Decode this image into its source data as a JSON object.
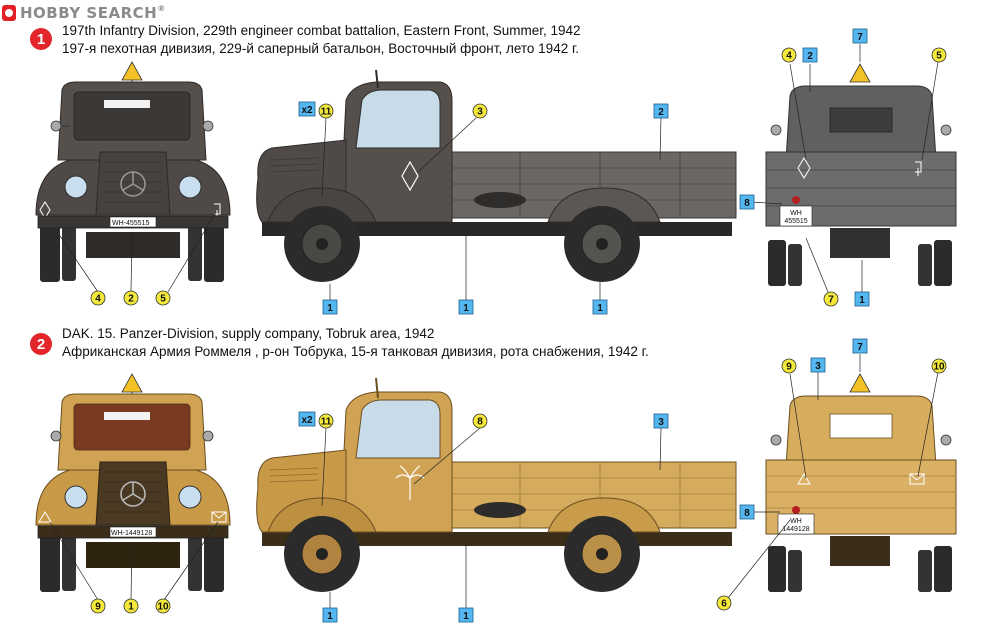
{
  "watermark": {
    "brand": "HOBBY SEARCH",
    "reg": "®"
  },
  "schemes": [
    {
      "number": "1",
      "caption_en": "197th Infantry Division, 229th engineer combat battalion, Eastern Front, Summer, 1942",
      "caption_ru": "197-я пехотная дивизия, 229-й саперный батальон, Восточный фронт, лето 1942 г.",
      "plate_front": "WH-455515",
      "plate_rear_top": "WH",
      "plate_rear_bottom": "455515",
      "colors": {
        "body": "#4f4a47",
        "cab": "#56504d",
        "bed": "#6b6863",
        "rear": "#5e6062",
        "dark": "#2e2b29"
      },
      "callouts": {
        "front": {
          "left": "4",
          "center": "2",
          "right": "5"
        },
        "side": {
          "cab_marking": "11",
          "door_emblem": "3",
          "bed": "2",
          "ground_left": "1",
          "ground_center": "1",
          "ground_right": "1",
          "x2": "x2"
        },
        "rear": {
          "left": "4",
          "left_box": "2",
          "top": "7",
          "right": "5",
          "plate_box": "8",
          "bottom_left": "7",
          "bottom_right": "1"
        }
      }
    },
    {
      "number": "2",
      "caption_en": "DAK. 15. Panzer-Division, supply company, Tobruk area, 1942",
      "caption_ru": "Африканская Армия Роммеля , р-он Тобрука, 15-я танковая дивизия, рота снабжения, 1942 г.",
      "plate_front": "WH-1449128",
      "plate_rear_top": "WH",
      "plate_rear_bottom": "1449128",
      "colors": {
        "body": "#c89a48",
        "cab": "#cfa254",
        "bed": "#d5ac5e",
        "rear": "#d6ad5c",
        "dark": "#6b4f1f"
      },
      "callouts": {
        "front": {
          "left": "9",
          "center": "1",
          "right": "10"
        },
        "side": {
          "cab_marking": "11",
          "door_emblem": "8",
          "bed": "3",
          "ground_left": "1",
          "ground_center": "1",
          "x2": "x2"
        },
        "rear": {
          "left": "9",
          "left_box": "3",
          "top": "7",
          "right": "10",
          "plate_box": "8",
          "bottom_left": "6"
        }
      }
    }
  ]
}
